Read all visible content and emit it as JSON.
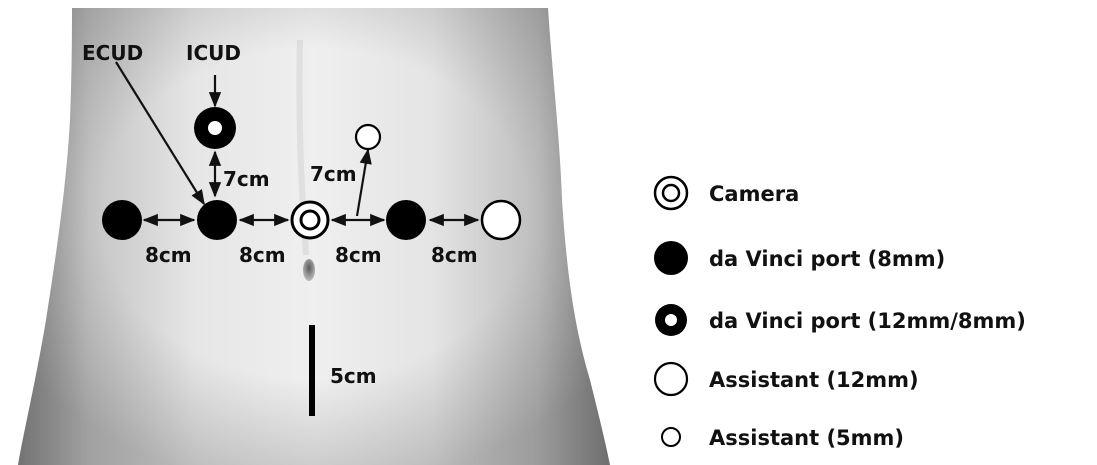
{
  "colors": {
    "port": "#000000",
    "background": "#ffffff",
    "skin_light": "#ececec",
    "skin_dark": "#9a9a9a"
  },
  "labels": {
    "ecud": "ECUD",
    "icud": "ICUD",
    "dist_7cm_left": "7cm",
    "dist_7cm_right": "7cm",
    "dist_8cm_1": "8cm",
    "dist_8cm_2": "8cm",
    "dist_8cm_3": "8cm",
    "dist_8cm_4": "8cm",
    "scale_5cm": "5cm"
  },
  "legend": {
    "camera": "Camera",
    "davinci_8mm": "da Vinci port (8mm)",
    "davinci_12_8mm": "da Vinci port (12mm/8mm)",
    "assistant_12mm": "Assistant (12mm)",
    "assistant_5mm": "Assistant (5mm)"
  },
  "icons": {
    "camera": "double-ring-icon",
    "davinci_8mm": "filled-circle-icon",
    "davinci_12_8mm": "thick-ring-icon",
    "assistant_12mm": "large-open-circle-icon",
    "assistant_5mm": "small-open-circle-icon"
  }
}
